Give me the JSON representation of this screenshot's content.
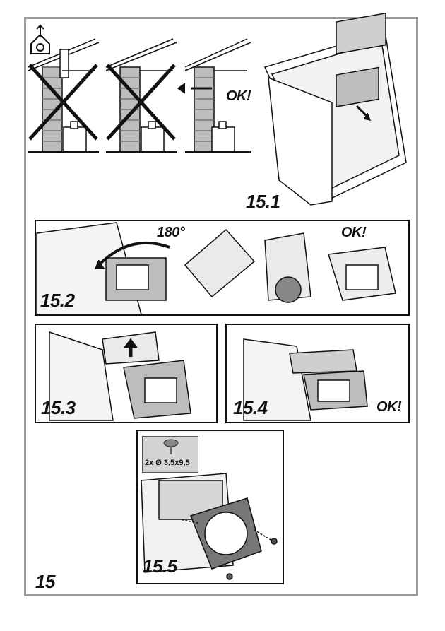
{
  "labels": {
    "step_15_1": "15.1",
    "step_15_2": "15.2",
    "step_15_3": "15.3",
    "step_15_4": "15.4",
    "step_15_5": "15.5",
    "section": "15",
    "ok_top": "OK!",
    "ok_15_2": "OK!",
    "ok_15_4": "OK!",
    "rotation": "180°",
    "screw_spec": "2x Ø 3,5x9,5"
  },
  "icons": [
    "house-fan-icon",
    "screw-icon",
    "arrow-icon",
    "rotation-arrow-icon"
  ]
}
